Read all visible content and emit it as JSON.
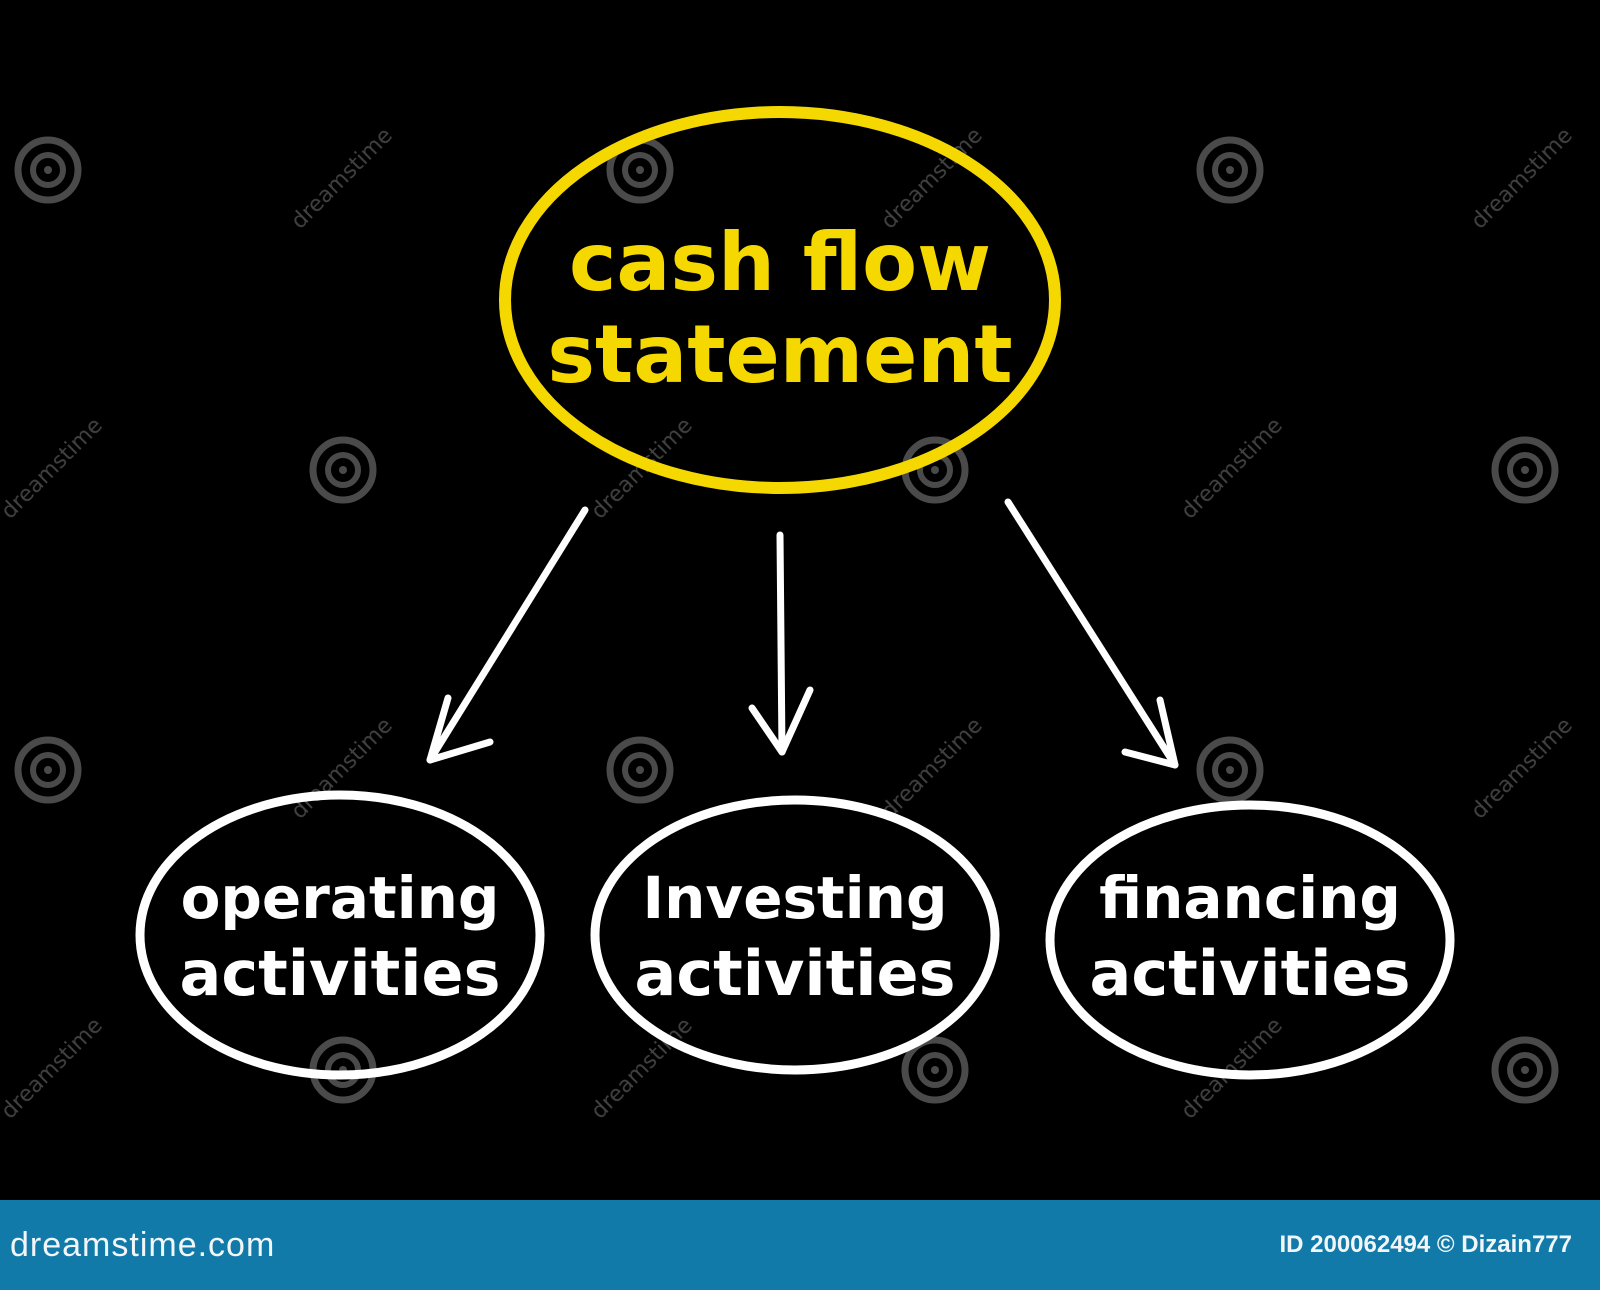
{
  "diagram": {
    "root": {
      "line1": "cash flow",
      "line2": "statement",
      "color": "#f5d800"
    },
    "children": [
      {
        "line1": "operating",
        "line2": "activities"
      },
      {
        "line1": "Investing",
        "line2": "activities"
      },
      {
        "line1": "financing",
        "line2": "activities"
      }
    ],
    "node_color": "#ffffff",
    "arrow_color": "#ffffff"
  },
  "watermark": {
    "text": "dreamstime"
  },
  "footer": {
    "site": "dreamstime.com",
    "id_text": "ID 200062494 © Dizain777",
    "background": "#117aa8"
  }
}
